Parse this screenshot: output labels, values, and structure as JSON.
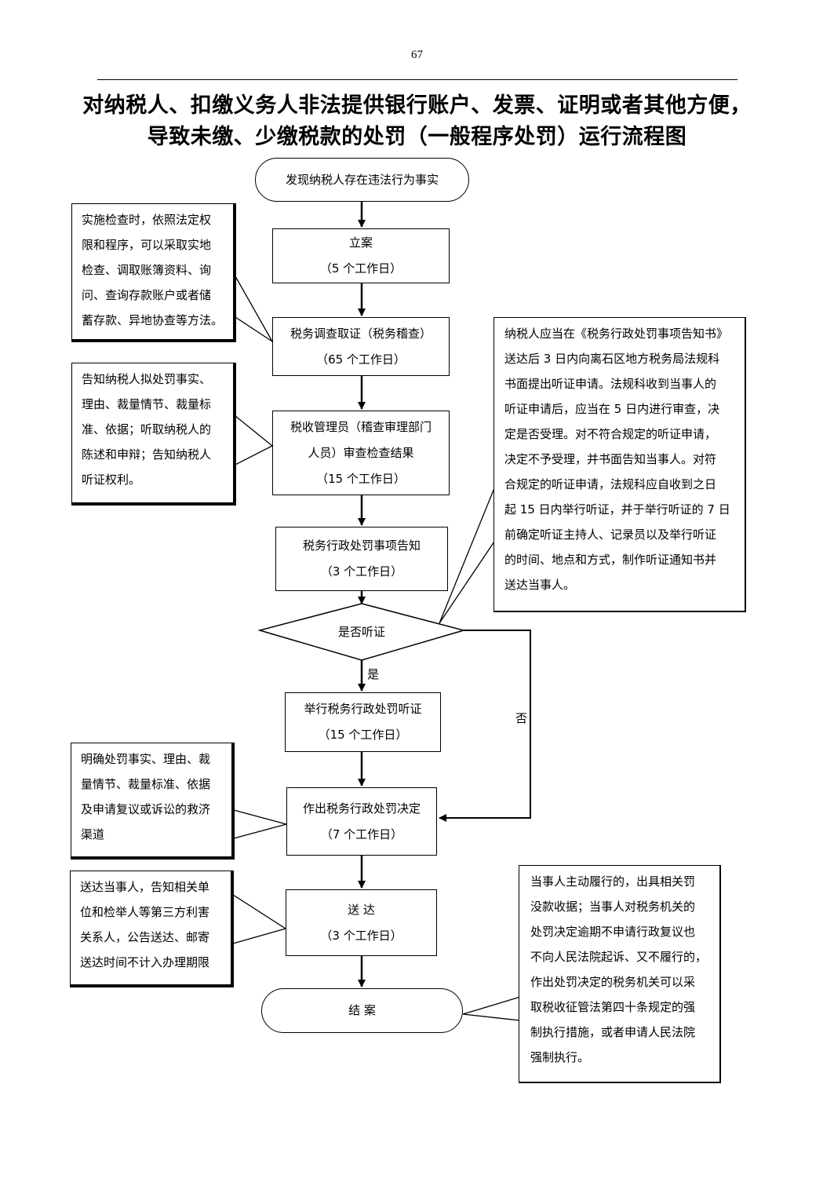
{
  "page_number": "67",
  "title": {
    "line1": "对纳税人、扣缴义务人非法提供银行账户、发票、证明或者其他方便，",
    "line2": "导致未缴、少缴税款的处罚（一般程序处罚）运行流程图"
  },
  "steps": {
    "start": "发现纳税人存在违法行为事实",
    "filing": {
      "name": "立案",
      "time": "（5 个工作日）"
    },
    "investigation": {
      "name": "税务调查取证（税务稽查）",
      "time": "（65 个工作日）"
    },
    "review": {
      "name_line1": "税收管理员（稽查审理部门",
      "name_line2": "人员）审查检查结果",
      "time": "（15 个工作日）"
    },
    "notice": {
      "name": "税务行政处罚事项告知",
      "time": "（3 个工作日）"
    },
    "decision_q": "是否听证",
    "yes": "是",
    "no": "否",
    "hearing": {
      "name": "举行税务行政处罚听证",
      "time": "（15 个工作日）"
    },
    "decision": {
      "name": "作出税务行政处罚决定",
      "time": "（7 个工作日）"
    },
    "delivery": {
      "name": "送 达",
      "time": "（3 个工作日）"
    },
    "end": "结 案"
  },
  "notes": {
    "inspection": [
      "实施检查时，依照法定权",
      "限和程序，可以采取实地",
      "检查、调取账簿资料、询",
      "问、查询存款账户或者储",
      "蓄存款、异地协查等方法。"
    ],
    "inform": [
      "告知纳税人拟处罚事实、",
      "理由、裁量情节、裁量标",
      "准、依据；听取纳税人的",
      "陈述和申辩；告知纳税人",
      "听证权利。"
    ],
    "hearing_rule": [
      "纳税人应当在《税务行政处罚事项告知书》",
      "送达后 3 日内向离石区地方税务局法规科",
      "书面提出听证申请。法规科收到当事人的",
      "听证申请后，应当在 5 日内进行审查，决",
      "定是否受理。对不符合规定的听证申请，",
      "决定不予受理，并书面告知当事人。对符",
      "合规定的听证申请，法规科应自收到之日",
      "起 15 日内举行听证，并于举行听证的 7 日",
      "前确定听证主持人、记录员以及举行听证",
      "的时间、地点和方式，制作听证通知书并",
      "送达当事人。"
    ],
    "decision_content": [
      "明确处罚事实、理由、裁",
      "量情节、裁量标准、依据",
      "及申请复议或诉讼的救济",
      "渠道"
    ],
    "delivery_note": [
      "送达当事人，告知相关单",
      "位和检举人等第三方利害",
      "关系人，公告送达、邮寄",
      "送达时间不计入办理期限"
    ],
    "enforcement": [
      "当事人主动履行的，出具相关罚",
      "没款收据；当事人对税务机关的",
      "处罚决定逾期不申请行政复议也",
      "不向人民法院起诉、又不履行的，",
      "作出处罚决定的税务机关可以采",
      "取税收征管法第四十条规定的强",
      "制执行措施，或者申请人民法院",
      "强制执行。"
    ]
  }
}
